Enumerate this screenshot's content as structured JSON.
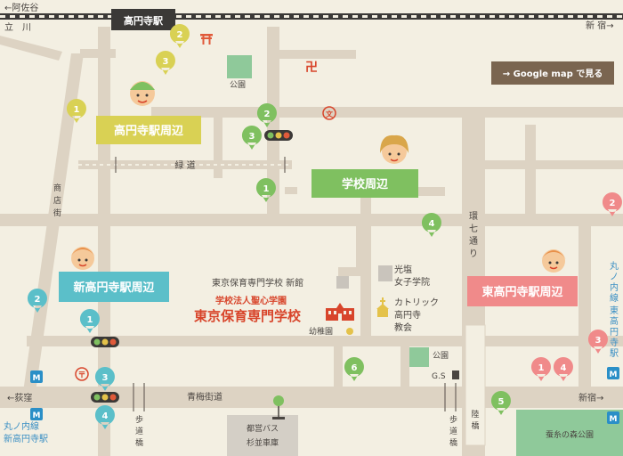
{
  "map": {
    "stations": {
      "koenji": "高円寺駅",
      "asagaya": "阿佐谷",
      "tachikawa": "立　川",
      "shinjuku_top": "新 宿",
      "ogikubo": "←荻窪",
      "shinjuku_bottom": "新宿→",
      "shinkoenji_line1": "丸ノ内線",
      "shinkoenji_line2": "新高円寺駅",
      "higashi_line1": "丸ノ内線",
      "higashi_line2": "東高円寺駅"
    },
    "google_map_button": "→ Google map で見る",
    "areas": {
      "koenji_station": "高円寺駅周辺",
      "school": "学校周辺",
      "shinkoenji": "新高円寺駅周辺",
      "higashikoenji": "東高円寺駅周辺"
    },
    "landmarks": {
      "park_north": "公園",
      "park_south": "公園",
      "ryokudo": "緑 道",
      "kosho_1": "光塩",
      "kosho_2": "女子学院",
      "catholic_1": "カトリック",
      "catholic_2": "高円寺",
      "catholic_3": "教会",
      "new_building": "東京保育専門学校 新館",
      "school_org": "学校法人聖心学園",
      "school_name": "東京保育専門学校",
      "kindergarten": "幼稚園",
      "gas_station": "G.S",
      "bus_1": "都営バス",
      "bus_2": "杉並車庫",
      "sannomori": "蚕糸の森公園"
    },
    "roads": {
      "ome_kaido": "青梅街道",
      "kannana_1": "環",
      "kannana_2": "七",
      "kannana_3": "通",
      "kannana_4": "り",
      "shotengai_1": "商",
      "shotengai_2": "店",
      "shotengai_3": "街",
      "footbridge_1": "歩",
      "footbridge_2": "道",
      "footbridge_3": "橋",
      "overpass_1": "陸",
      "overpass_2": "橋"
    },
    "pins": {
      "p1": "1",
      "p2": "2",
      "p3": "3",
      "p4": "4",
      "p5": "5",
      "p6": "6"
    },
    "colors": {
      "background": "#f3efe2",
      "road": "#ddd3c3",
      "yellow": "#d9d154",
      "green": "#7fc060",
      "teal": "#5bbfc9",
      "pink": "#f08a8a",
      "school_red": "#d8452b",
      "park": "#8fc99a",
      "button": "#7a6550",
      "rail": "#3b3937",
      "metro_blue": "#2a8fc7"
    }
  }
}
